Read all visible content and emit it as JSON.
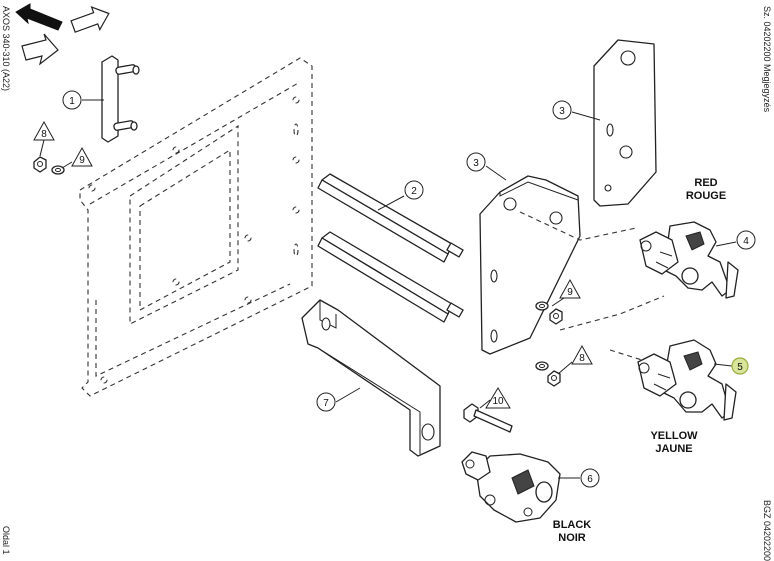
{
  "left_margin": {
    "doc_code": "AXOS 340-310 (A22)",
    "page": "Oldal 1"
  },
  "right_margin": {
    "top_text": "Sz. 04202200 Megjegyzés",
    "bottom_text": "BGZ 04202200"
  },
  "callouts": {
    "c1": "1",
    "c2": "2",
    "c3a": "3",
    "c3b": "3",
    "c4": "4",
    "c5": "5",
    "c6": "6",
    "c7": "7",
    "c8a": "8",
    "c8b": "8",
    "c9a": "9",
    "c9b": "9",
    "c10": "10"
  },
  "labels": {
    "red_1": "RED",
    "red_2": "ROUGE",
    "yellow_1": "YELLOW",
    "yellow_2": "JAUNE",
    "black_1": "BLACK",
    "black_2": "NOIR"
  },
  "colors": {
    "highlight_fill": "#d9e59a",
    "highlight_stroke": "#9aab3c",
    "line": "#222222"
  },
  "icons": [
    "nav-back-arrow-icon",
    "nav-forward-arrow-icon",
    "nav-down-arrow-icon"
  ]
}
